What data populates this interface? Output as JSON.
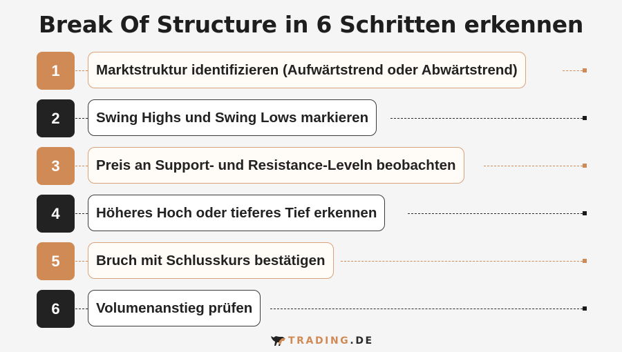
{
  "title": "Break Of Structure in 6 Schritten erkennen",
  "colors": {
    "accent_orange": "#d08a55",
    "dark": "#222222",
    "background": "#f5f5f5"
  },
  "steps": [
    {
      "number": "1",
      "label": "Marktstruktur identifizieren (Aufwärtstrend oder Abwärtstrend)",
      "style": "orange"
    },
    {
      "number": "2",
      "label": "Swing Highs und Swing Lows markieren",
      "style": "dark"
    },
    {
      "number": "3",
      "label": "Preis an Support- und Resistance-Leveln beobachten",
      "style": "orange"
    },
    {
      "number": "4",
      "label": "Höheres Hoch oder tieferes Tief erkennen",
      "style": "dark"
    },
    {
      "number": "5",
      "label": "Bruch mit Schlusskurs bestätigen",
      "style": "orange"
    },
    {
      "number": "6",
      "label": "Volumenanstieg prüfen",
      "style": "dark"
    }
  ],
  "logo": {
    "icon": "bull-icon",
    "brand": "TRADING",
    "tld": ".DE"
  }
}
